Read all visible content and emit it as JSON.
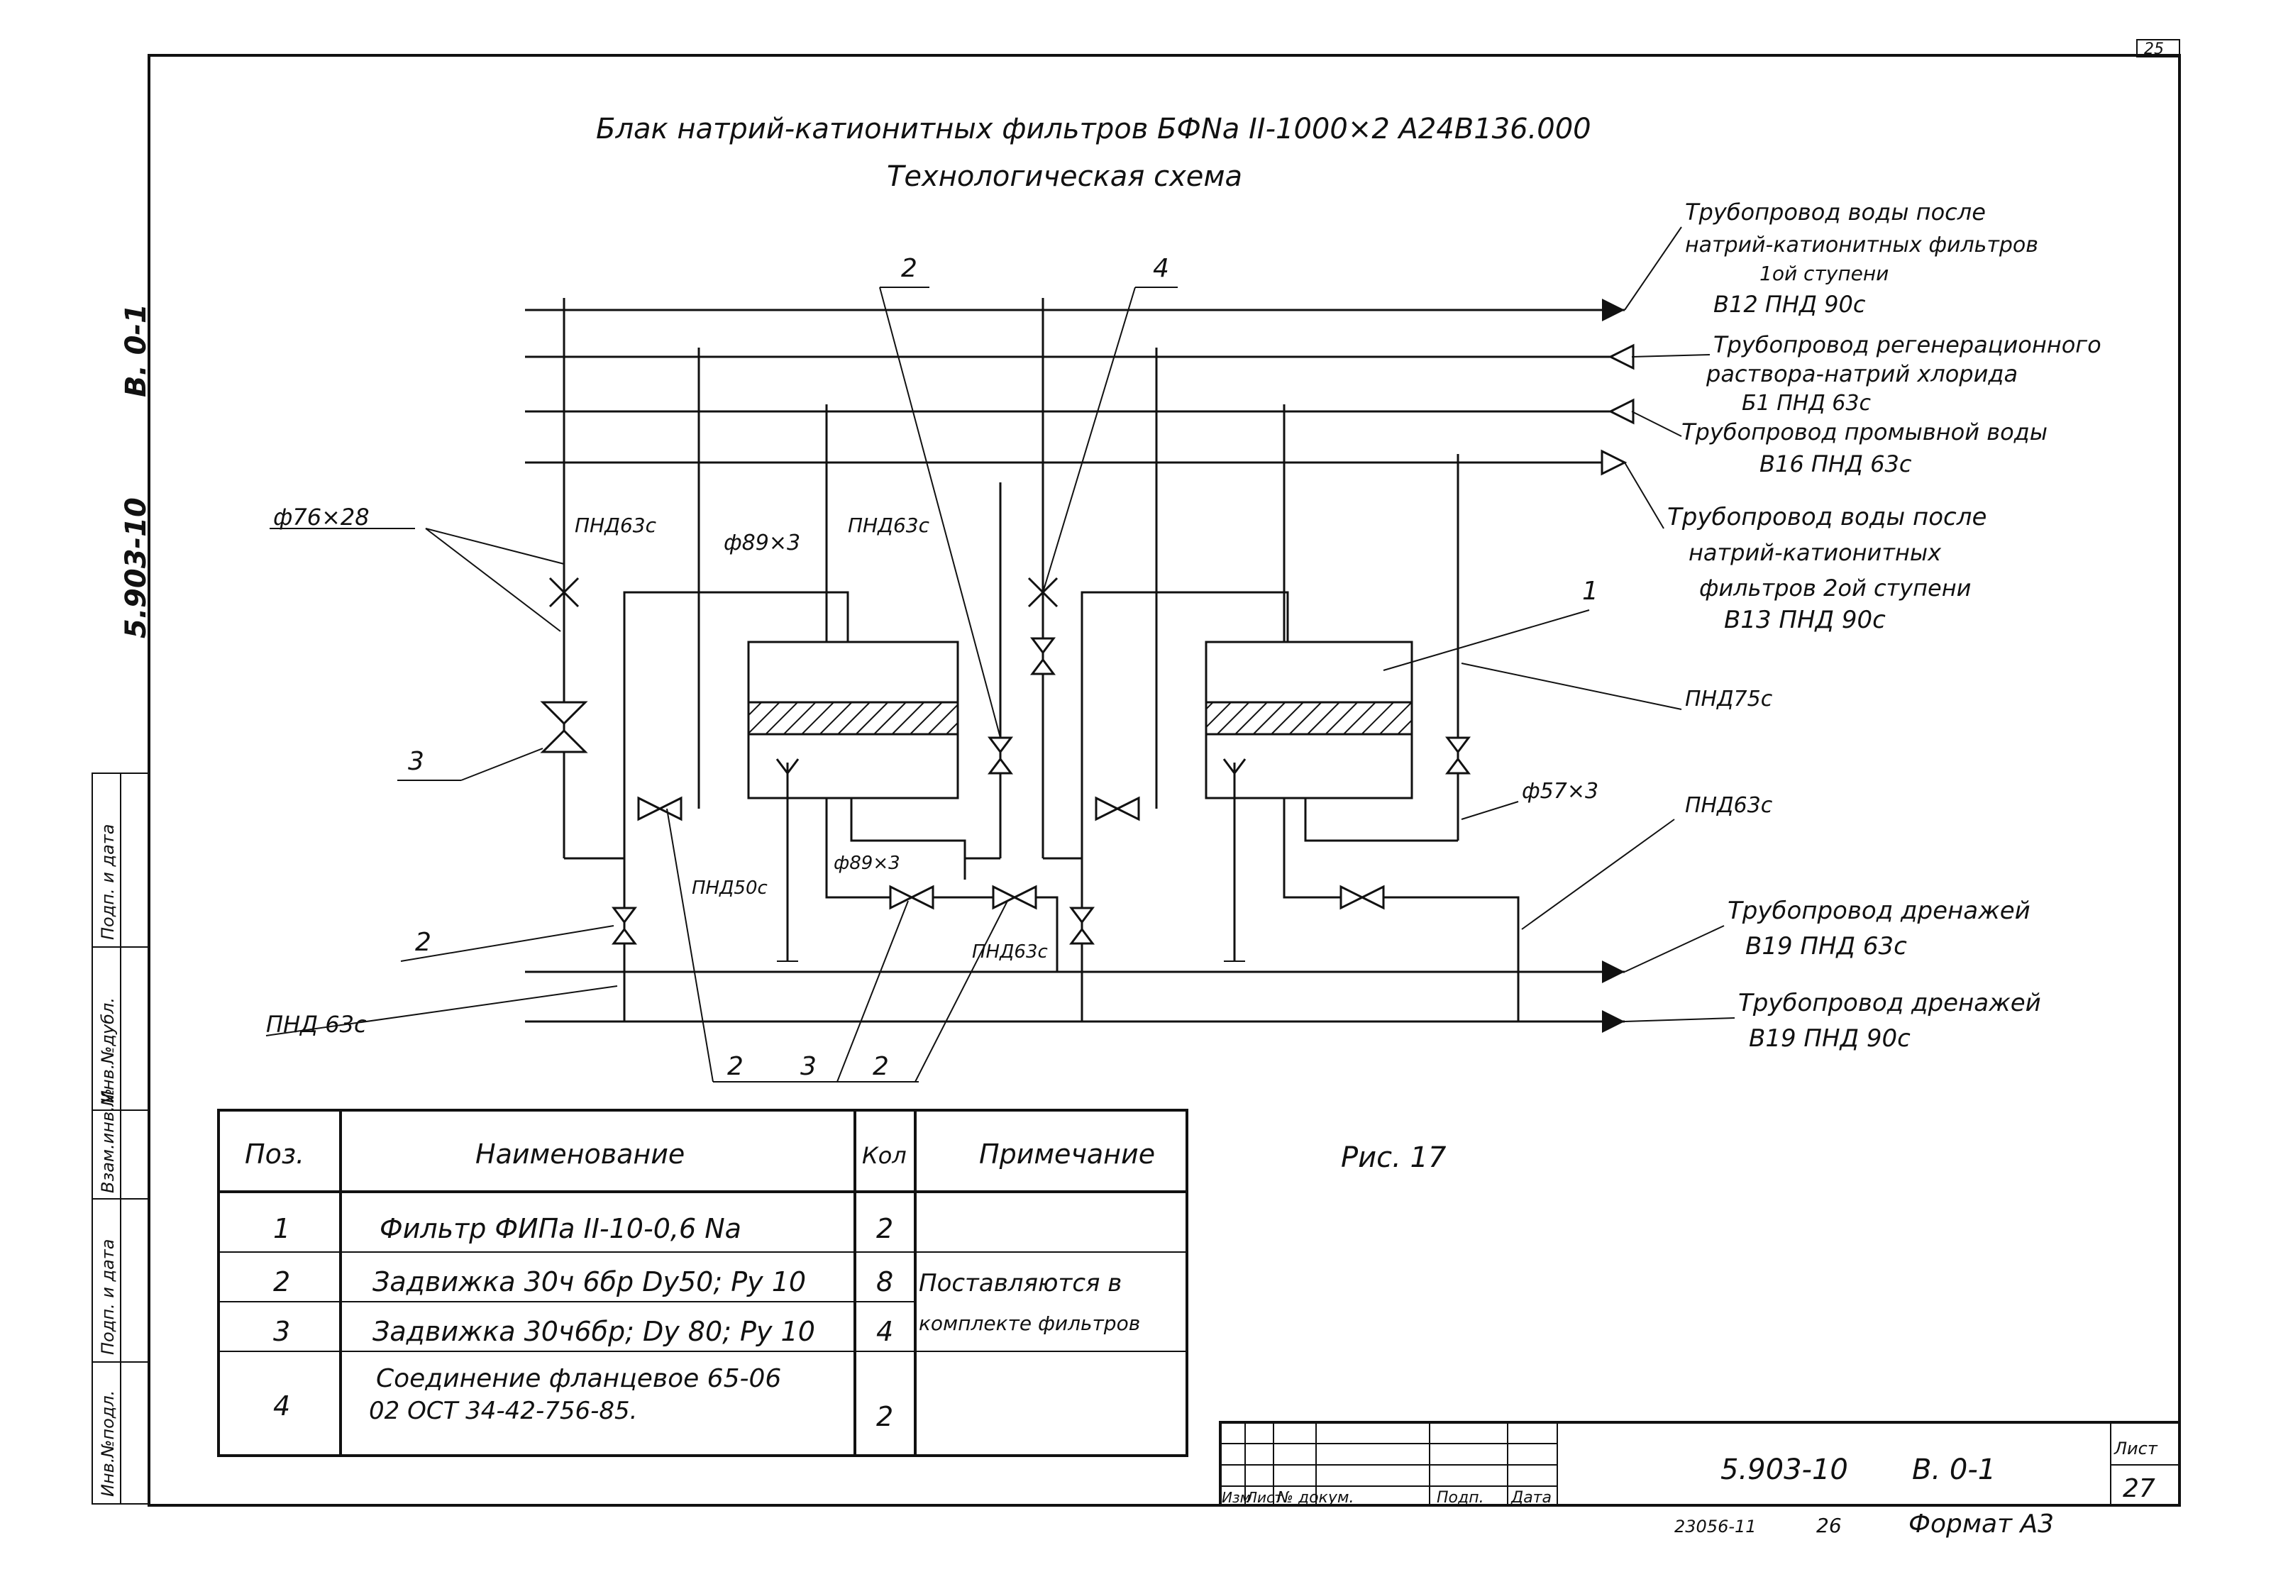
{
  "sheet_corner_number": "25",
  "title": {
    "line1": "Блак натрий-катионитных фильтров БФNa II-1000×2 А24В136.000",
    "line2": "Технологическая схема"
  },
  "side_stamp": {
    "code": "5.903-10",
    "sheet": "В. 0-1"
  },
  "side_columns": [
    "Инв.№подл.",
    "Подп. и дата",
    "Взам.инв.№",
    "Инв.№дубл.",
    "Подп. и дата"
  ],
  "pipelines": {
    "p1": {
      "line1": "Трубопровод воды после",
      "line2": "натрий-катионитных фильтров",
      "line3": "1ой ступени",
      "code": "В12 ПНД 90с"
    },
    "p2": {
      "line1": "Трубопровод регенерационного",
      "line2": "раствора-натрий хлорида",
      "code": "Б1 ПНД 63с"
    },
    "p3": {
      "line1": "Трубопровод промывной воды",
      "code": "В16 ПНД 63с"
    },
    "p4": {
      "line1": "Трубопровод воды после",
      "line2": "натрий-катионитных",
      "line3": "фильтров 2ой ступени",
      "code": "В13 ПНД 90с"
    },
    "drain1": {
      "line1": "Трубопровод дренажей",
      "code": "В19 ПНД 63с"
    },
    "drain2": {
      "line1": "Трубопровод дренажей",
      "code": "В19 ПНД 90с"
    }
  },
  "labels": {
    "d76": "ф76×28",
    "pnd63_a": "ПНД63с",
    "d89_a": "ф89×3",
    "pnd63_b": "ПНД63с",
    "pnd75": "ПНД75с",
    "d57": "ф57×3",
    "pnd63_c": "ПНД63с",
    "d89_b": "ф89×3",
    "pnd50": "ПНД50с",
    "pnd63_d": "ПНД63с",
    "pnd63_left": "ПНД 63с",
    "pos_2a": "2",
    "pos_4": "4",
    "pos_1": "1",
    "pos_3": "3",
    "pos_2b": "2",
    "pos_2c": "2",
    "pos_3b": "3",
    "pos_2d": "2"
  },
  "figure_caption": "Рис. 17",
  "spec_table": {
    "headers": [
      "Поз.",
      "Наименование",
      "Кол",
      "Примечание"
    ],
    "rows": [
      {
        "pos": "1",
        "name": "Фильтр ФИПа II-10-0,6 Na",
        "qty": "2"
      },
      {
        "pos": "2",
        "name": "Задвижка 30ч 6бр Dy50; Py 10",
        "qty": "8"
      },
      {
        "pos": "3",
        "name": "Задвижка 30ч6бр; Dy 80; Py 10",
        "qty": "4"
      },
      {
        "pos": "4",
        "name": "Соединение фланцевое 65-06",
        "name2": "02 ОСТ 34-42-756-85.",
        "qty": "2"
      }
    ],
    "note_line1": "Поставляются в",
    "note_line2": "комплекте фильтров"
  },
  "title_block": {
    "col_labels": [
      "Изм",
      "Лист",
      "№ докум.",
      "Подп.",
      "Дата"
    ],
    "code": "5.903-10",
    "sheet_code": "В. 0-1",
    "sheet_label": "Лист",
    "sheet_number": "27"
  },
  "footer": {
    "number": "23056-11",
    "page": "26",
    "format": "Формат А3"
  }
}
